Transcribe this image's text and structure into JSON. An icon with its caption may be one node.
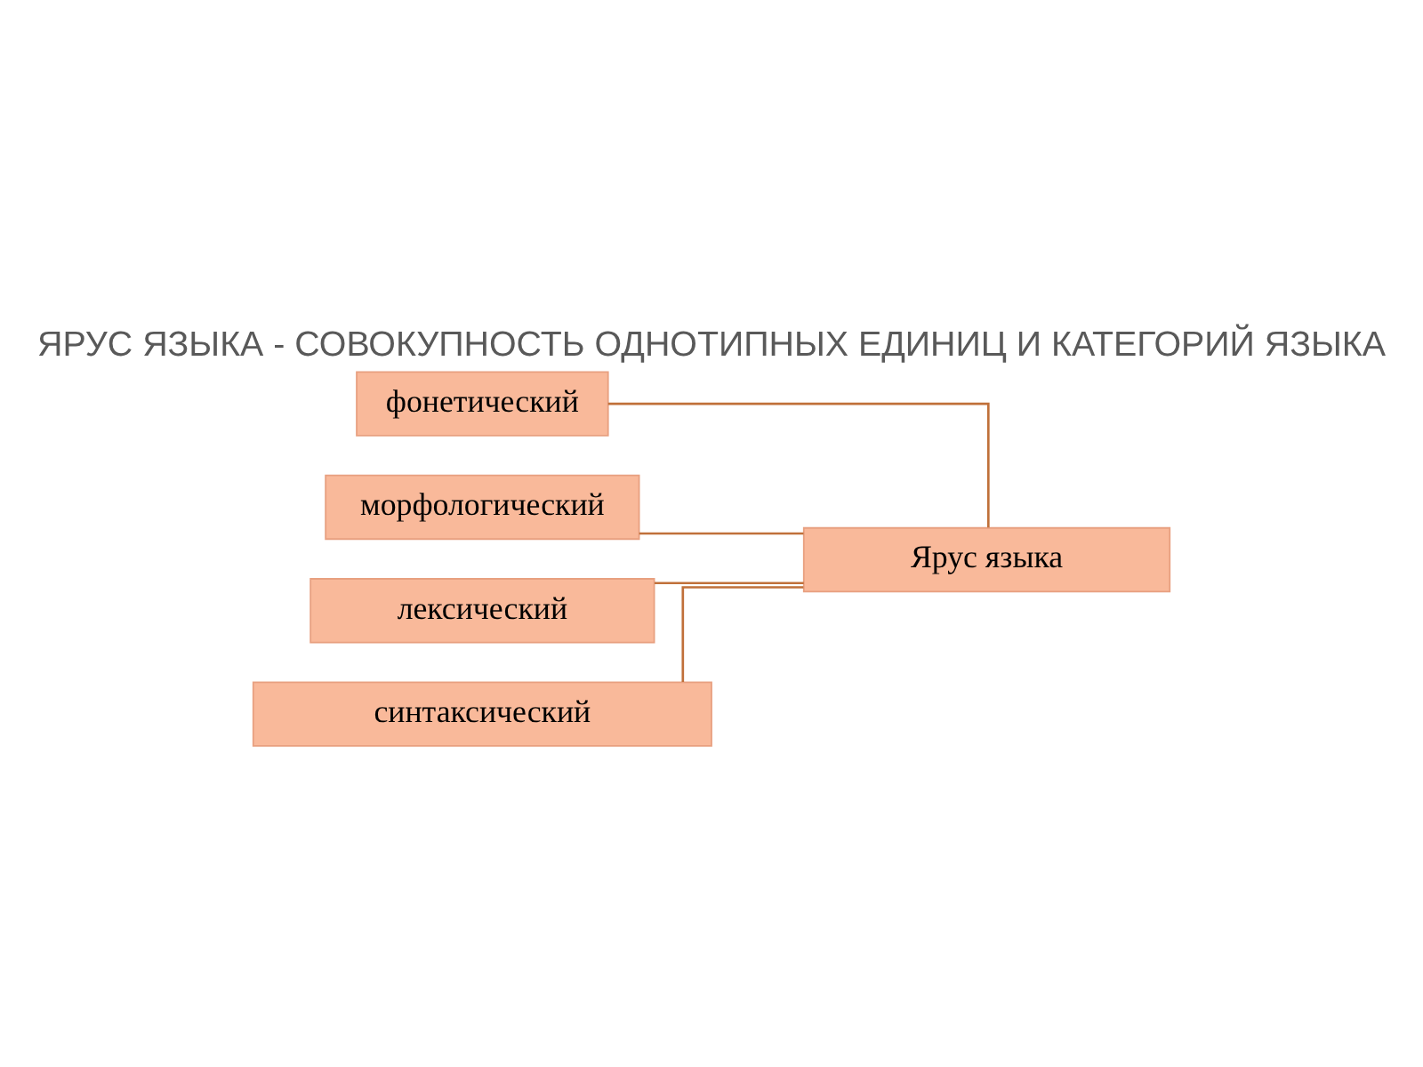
{
  "diagram": {
    "title": "ЯРУС ЯЗЫКА - СОВОКУПНОСТЬ ОДНОТИПНЫХ ЕДИНИЦ И КАТЕГОРИЙ ЯЗЫКА",
    "nodes": [
      {
        "text": [
          "Ярус языка"
        ]
      },
      {
        "text": [
          "фонетический"
        ]
      },
      {
        "text": [
          "морфологический"
        ]
      },
      {
        "text": [
          "лексический"
        ]
      },
      {
        "text": [
          "синтаксический"
        ]
      }
    ],
    "edges": [
      {
        "from": 0,
        "to": 1,
        "arrow": "none"
      },
      {
        "from": 0,
        "to": 2,
        "arrow": "none"
      },
      {
        "from": 0,
        "to": 3,
        "arrow": "none"
      },
      {
        "from": 0,
        "to": 4,
        "arrow": "none"
      }
    ]
  }
}
